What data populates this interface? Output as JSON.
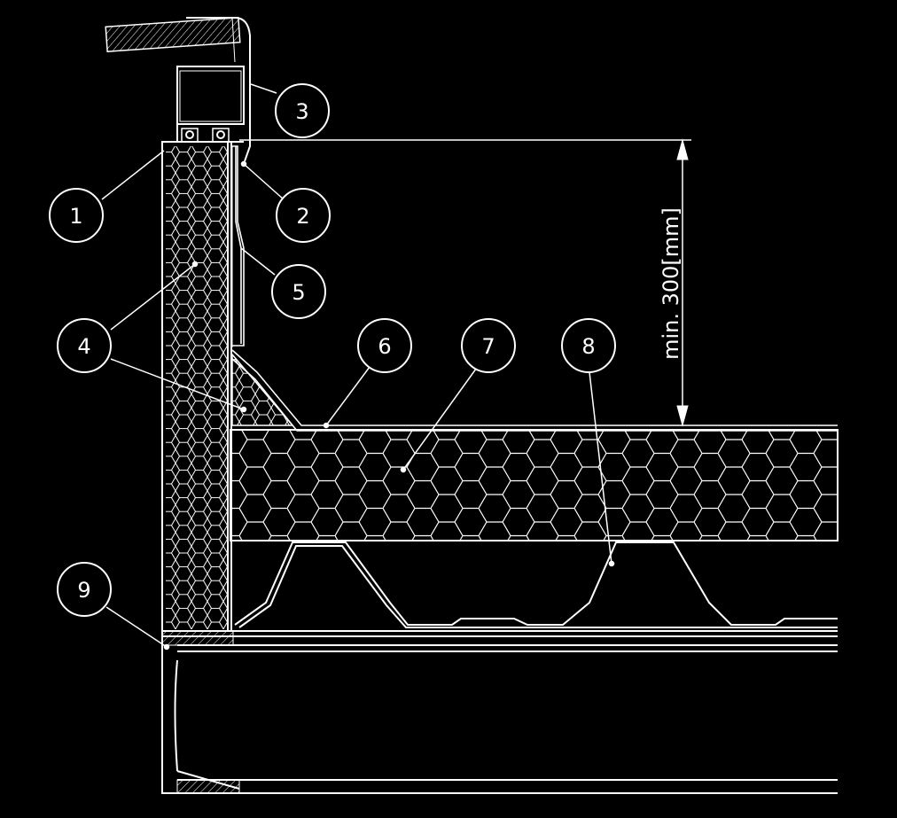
{
  "callouts": [
    {
      "id": "1",
      "label": "1"
    },
    {
      "id": "2",
      "label": "2"
    },
    {
      "id": "3",
      "label": "3"
    },
    {
      "id": "4",
      "label": "4"
    },
    {
      "id": "5",
      "label": "5"
    },
    {
      "id": "6",
      "label": "6"
    },
    {
      "id": "7",
      "label": "7"
    },
    {
      "id": "8",
      "label": "8"
    },
    {
      "id": "9",
      "label": "9"
    }
  ],
  "dimension": {
    "label": "min. 300[mm]"
  },
  "colors": {
    "background": "#000000",
    "line": "#ffffff"
  }
}
